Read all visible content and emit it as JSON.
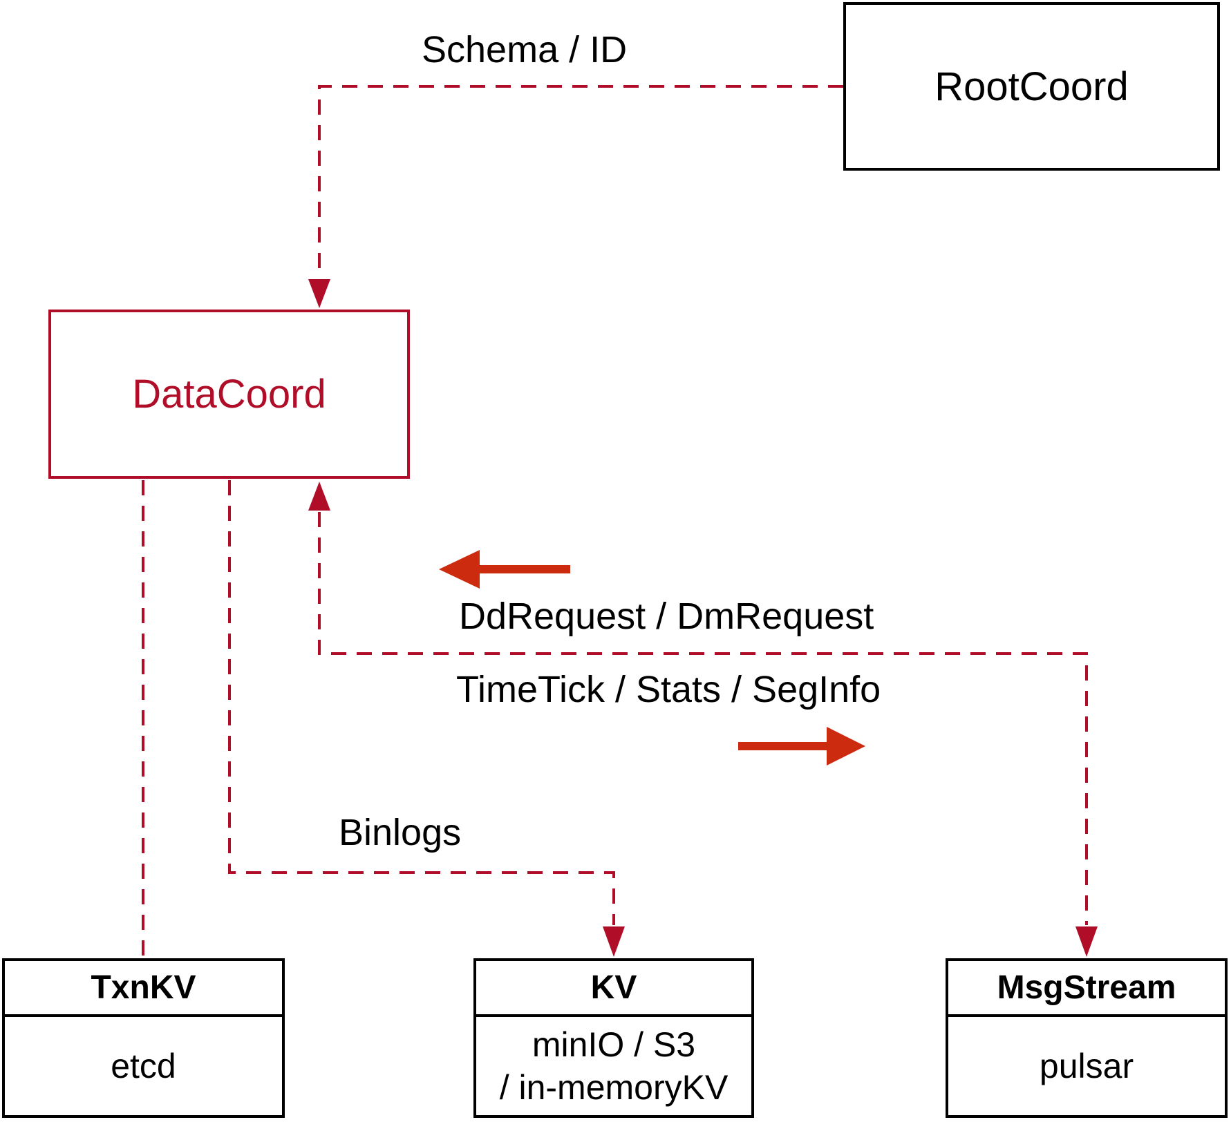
{
  "diagram": {
    "colors": {
      "dashed_edge_red": "#b00d28",
      "solid_arrow_red": "#cc2b10",
      "node_border_black": "#000000"
    },
    "nodes": {
      "root_coord": {
        "label": "RootCoord"
      },
      "data_coord": {
        "label": "DataCoord"
      },
      "txn_kv": {
        "title": "TxnKV",
        "body": "etcd"
      },
      "kv": {
        "title": "KV",
        "body_line1": "minIO / S3",
        "body_line2": "/ in-memoryKV"
      },
      "msg_stream": {
        "title": "MsgStream",
        "body": "pulsar"
      }
    },
    "edge_labels": {
      "schema_id": "Schema / ID",
      "dd_dm_request": "DdRequest / DmRequest",
      "timetick_stats_seginfo": "TimeTick / Stats / SegInfo",
      "binlogs": "Binlogs"
    }
  }
}
